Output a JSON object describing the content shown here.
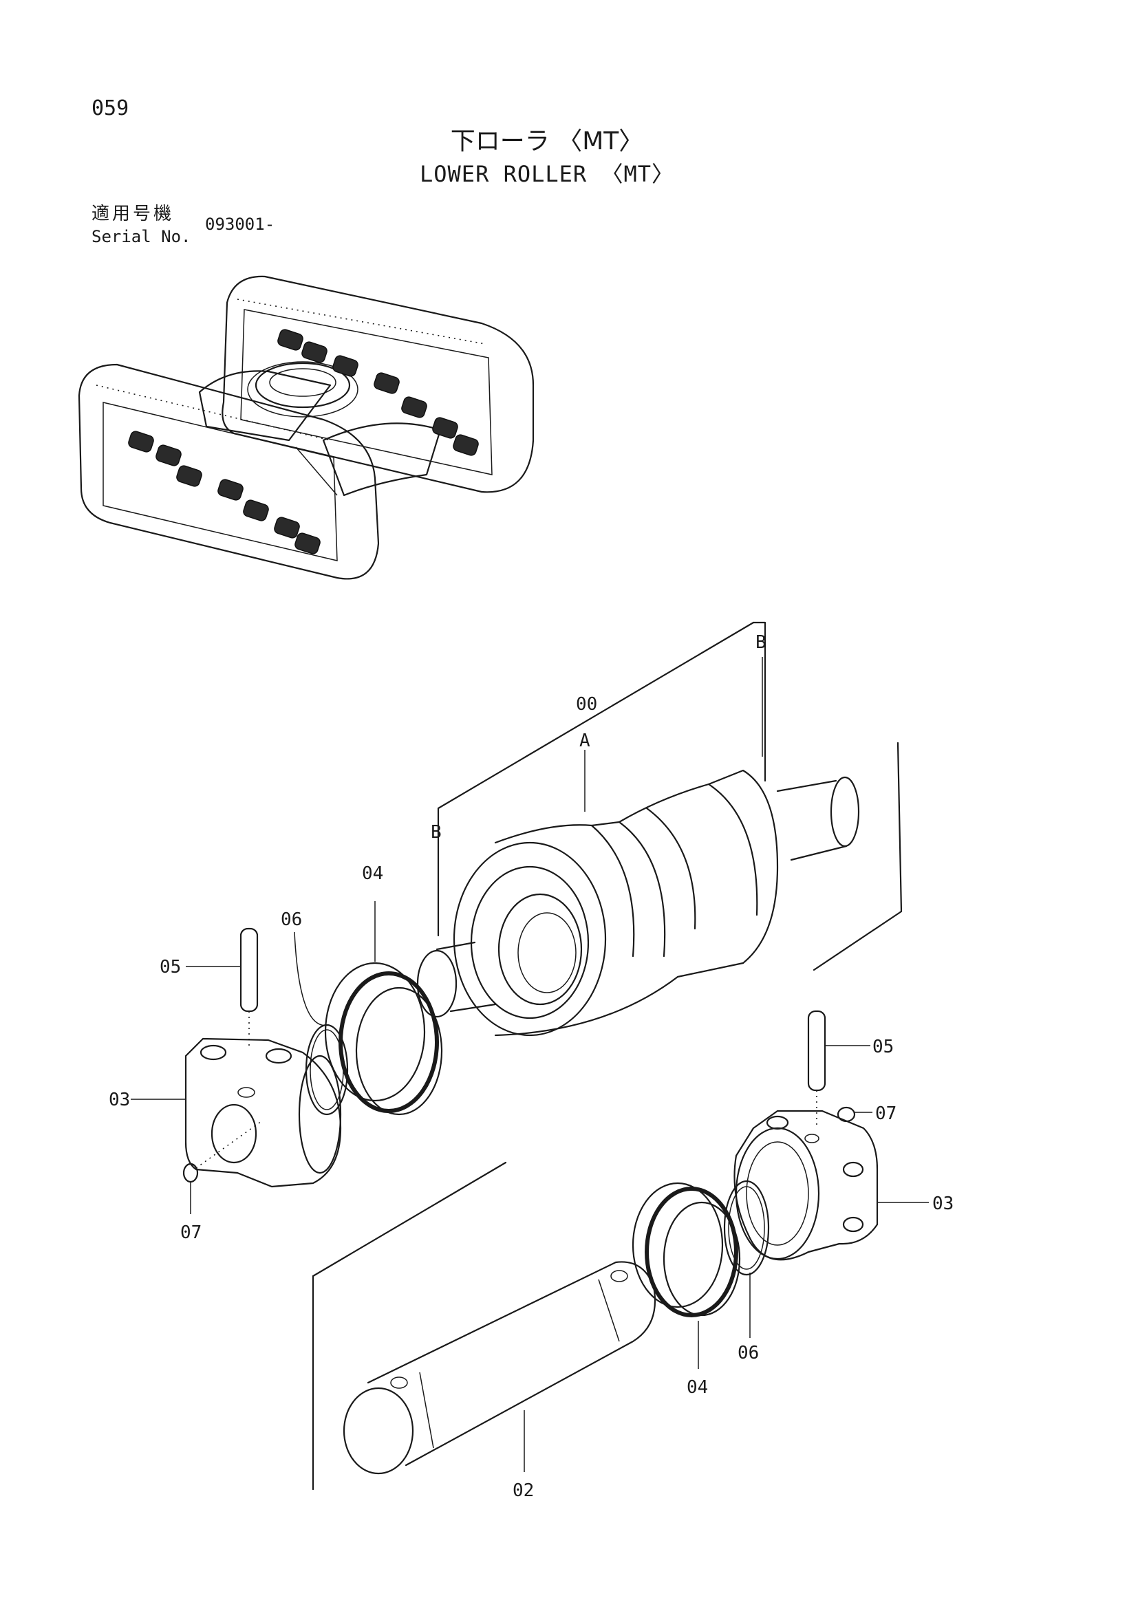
{
  "page": {
    "number": "059",
    "title_jp": "下ローラ 〈MT〉",
    "title_en": "LOWER ROLLER 〈MT〉"
  },
  "serial": {
    "label_jp": "適用号機",
    "label_en": "Serial No.",
    "value": "093001-"
  },
  "callouts": {
    "assembly": "00",
    "ref_a": "A",
    "ref_b_top": "B",
    "ref_b_mid": "B",
    "shaft": "02",
    "collar_left": "03",
    "collar_right": "03",
    "seal_left": "04",
    "seal_right": "04",
    "pin_left": "05",
    "pin_right": "05",
    "oring_left": "06",
    "oring_right": "06",
    "plug_left": "07",
    "plug_right": "07"
  }
}
